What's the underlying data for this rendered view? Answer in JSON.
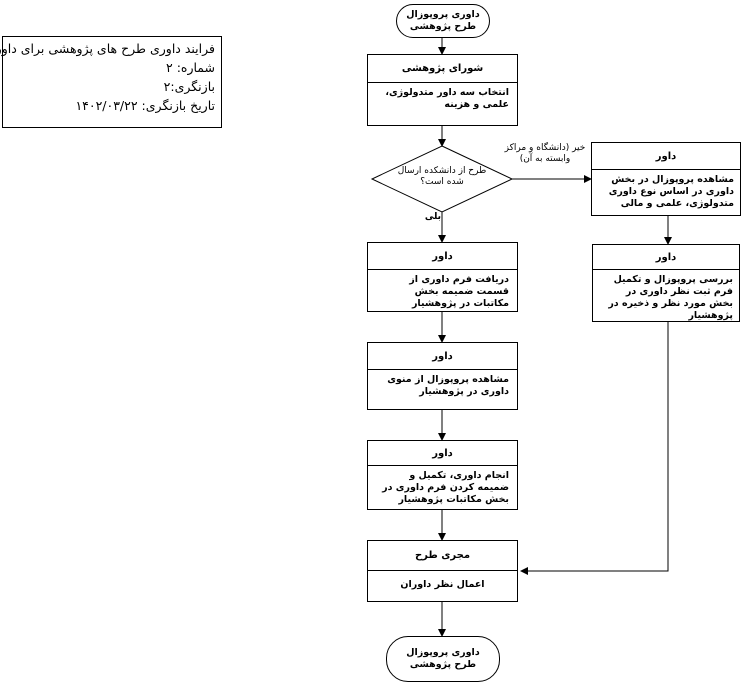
{
  "info": {
    "line1": "فرایند داوری طرح های پژوهشی برای داوران",
    "line2": "شماره: ۲",
    "line3": "بازنگری:۲",
    "line4": "تاریخ بازنگری: ۱۴۰۲/۰۳/۲۲"
  },
  "start": {
    "text": "داوری پروپوزال طرح پژوهشی"
  },
  "end": {
    "text": "داوری پروپوزال طرح پژوهشی"
  },
  "step1": {
    "role": "شورای پژوهشی",
    "text": "انتخاب سه داور متدولوژی، علمی و هزینه"
  },
  "decision": {
    "text": "طرح از دانشکده ارسال شده است؟",
    "yes": "بلی",
    "no": "خیر (دانشگاه و مراکز وابسته به آن)"
  },
  "step2": {
    "role": "داور",
    "text": "دریافت فرم داوری از قسمت ضمیمه بخش مکاتبات در پژوهشیار"
  },
  "step3": {
    "role": "داور",
    "text": "مشاهده پروپوزال از منوی داوری در پژوهشیار"
  },
  "step4": {
    "role": "داور",
    "text": "انجام داوری، تکمیل و ضمیمه کردن فرم داوری در بخش مکاتبات پژوهشیار"
  },
  "step5": {
    "role": "مجری طرح",
    "text": "اعمال نظر داوران"
  },
  "side1": {
    "role": "داور",
    "text": "مشاهده پروپوزال در بخش داوری در اساس نوع داوری متدولوژی، علمی و مالی"
  },
  "side2": {
    "role": "داور",
    "text": "بررسی پروپوزال و تکمیل فرم ثبت نظر داوری در بخش مورد نظر و ذخیره در پژوهشیار"
  }
}
